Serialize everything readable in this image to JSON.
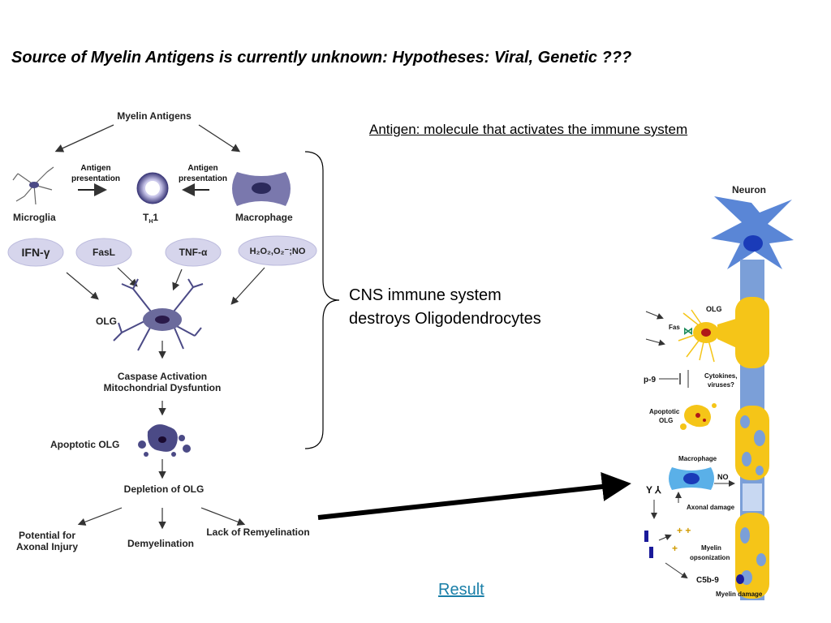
{
  "slide": {
    "title": "Source of Myelin Antigens is currently unknown:  Hypotheses: Viral, Genetic ???",
    "definition": "Antigen: molecule that activates the immune system",
    "cns_line1": "CNS immune system",
    "cns_line2": "destroys Oligodendrocytes",
    "result_link": "Result"
  },
  "left_diagram": {
    "top": "Myelin Antigens",
    "antigen_left_1": "Antigen",
    "antigen_left_2": "presentation",
    "antigen_right_1": "Antigen",
    "antigen_right_2": "presentation",
    "microglia": "Microglia",
    "th1": "T",
    "th1_sub": "H",
    "th1_num": "1",
    "macrophage": "Macrophage",
    "ifn": "IFN-γ",
    "fasl": "FasL",
    "tnf": "TNF-α",
    "ros": "H₂O₂,O₂⁻;NO",
    "olg": "OLG",
    "caspase_1": "Caspase Activation",
    "caspase_2": "Mitochondrial Dysfuntion",
    "apoptotic": "Apoptotic OLG",
    "depletion": "Depletion of OLG",
    "potential_1": "Potential for",
    "potential_2": "Axonal Injury",
    "demyelination": "Demyelination",
    "lack": "Lack of Remyelination"
  },
  "right_diagram": {
    "neuron": "Neuron",
    "olg": "OLG",
    "fas": "Fas",
    "p9": "p-9",
    "cytokines_1": "Cytokines,",
    "cytokines_2": "viruses?",
    "apoptotic_1": "Apoptotic",
    "apoptotic_2": "OLG",
    "macrophage": "Macrophage",
    "no": "NO",
    "axonal_damage": "Axonal damage",
    "myelin_1": "Myelin",
    "myelin_2": "opsonization",
    "c5b9": "C5b-9",
    "myelin_damage": "Myelin damage"
  },
  "colors": {
    "link": "#1a7fa8",
    "cell_purple": "#6b6a9c",
    "oval_fill": "#d6d5ec",
    "axon_blue": "#7b9fd8",
    "myelin_yellow": "#f5c518"
  }
}
